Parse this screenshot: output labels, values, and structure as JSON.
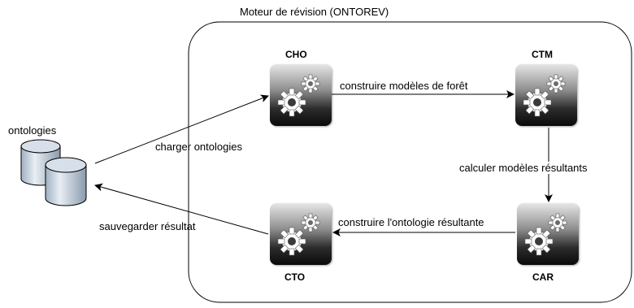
{
  "engine": {
    "title": "Moteur de révision (ONTOREV)"
  },
  "store": {
    "label": "ontologies",
    "icon": "database-icon"
  },
  "modules": {
    "cho": {
      "name": "CHO",
      "icon": "gears-icon"
    },
    "ctm": {
      "name": "CTM",
      "icon": "gears-icon"
    },
    "car": {
      "name": "CAR",
      "icon": "gears-icon"
    },
    "cto": {
      "name": "CTO",
      "icon": "gears-icon"
    }
  },
  "edges": {
    "load": "charger ontologies",
    "build_forest": "construire modèles de forêt",
    "compute": "calculer modèles résultants",
    "build_ontology": "construire l'ontologie résultante",
    "save": "sauvegarder résultat"
  }
}
